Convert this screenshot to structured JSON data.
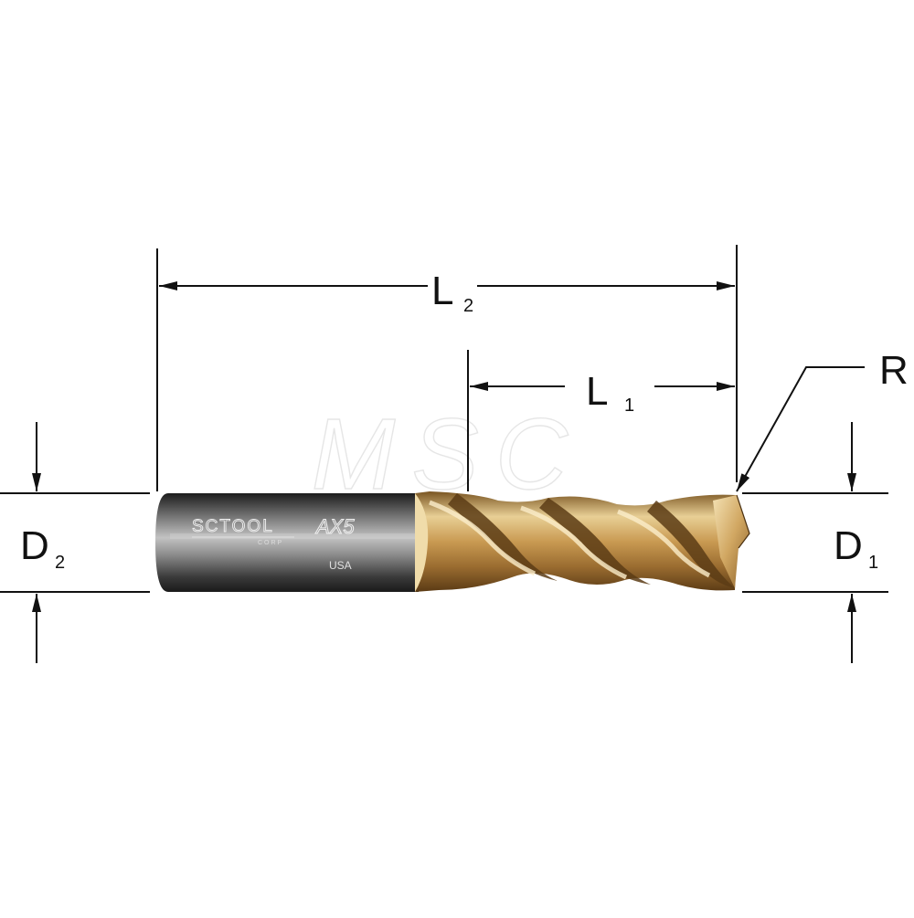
{
  "labels": {
    "l2": "L",
    "l2_sub": "2",
    "l1": "L",
    "l1_sub": "1",
    "r": "R",
    "d2": "D",
    "d2_sub": "2",
    "d1": "D",
    "d1_sub": "1"
  },
  "tool": {
    "brand": "SCTOOL",
    "brand_sub": "CORP",
    "series": "AX5",
    "origin": "USA"
  },
  "watermark": "MSC",
  "colors": {
    "line": "#111111",
    "shank_dark": "#2b2b2b",
    "shank_light": "#b9b9b9",
    "gold_light": "#f1dcaa",
    "gold_mid": "#c99a52",
    "gold_dark": "#6e4a1c"
  }
}
